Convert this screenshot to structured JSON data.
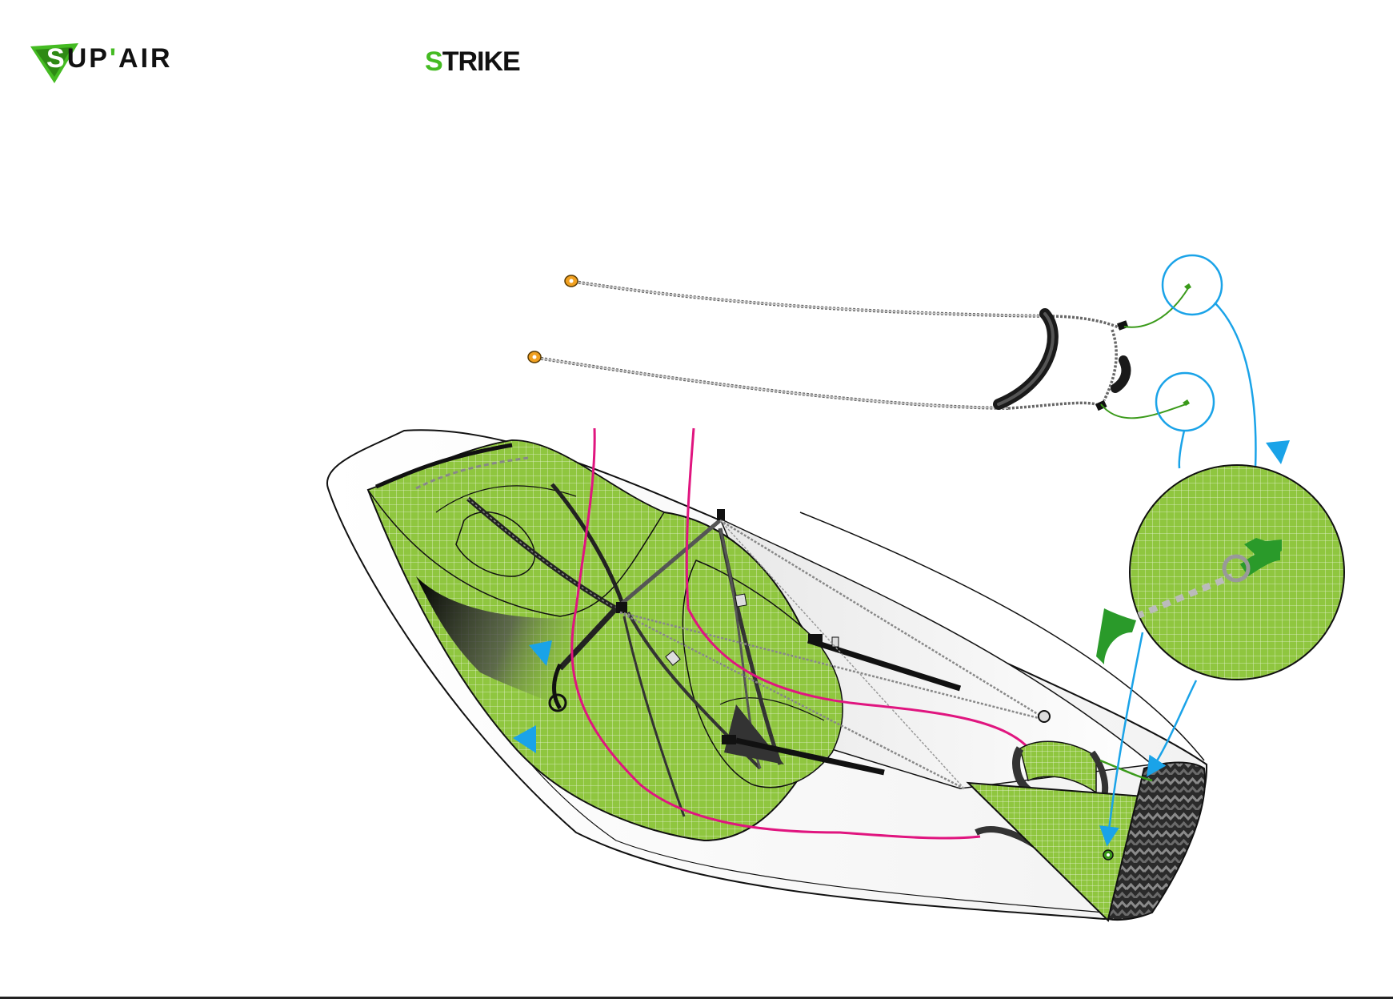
{
  "header": {
    "logo": {
      "letters": [
        "S",
        "UP",
        "'",
        "AIR"
      ],
      "brand": "SUP'AIR"
    },
    "product": {
      "first_letter": "S",
      "rest": "TRIKE"
    }
  },
  "colors": {
    "green": "#8fc63f",
    "green_dark": "#3a8f1a",
    "blue": "#1aa3e8",
    "magenta": "#e0157f",
    "grey": "#777777",
    "black": "#111111",
    "orange": "#f0a020"
  },
  "icons": [
    "logo-triangle-icon",
    "carabiner-icon",
    "arrow-marker-icon",
    "zoom-circle-icon"
  ]
}
